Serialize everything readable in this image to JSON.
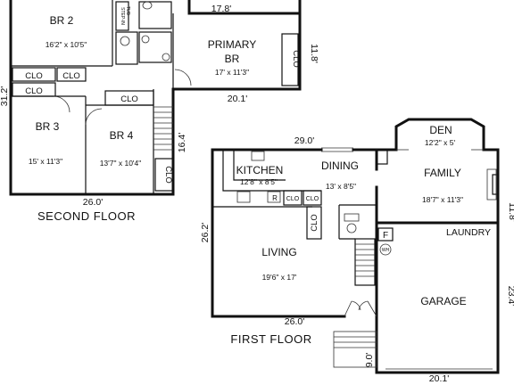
{
  "floors": {
    "second": {
      "title": "SECOND FLOOR",
      "rooms": {
        "br2": {
          "name": "BR 2",
          "size": "16'2\" x 10'5\""
        },
        "primary": {
          "name": "PRIMARY",
          "name2": "BR",
          "size": "17' x 11'3\""
        },
        "br3": {
          "name": "BR 3",
          "size": "15' x 11'3\""
        },
        "br4": {
          "name": "BR 4",
          "size": "13'7\" x 10'4\""
        }
      },
      "labels": {
        "step_in": "STEP-IN",
        "tub": "TUB"
      },
      "dims": {
        "top": "17.8'",
        "primary_side": "11.8'",
        "primary_bottom": "20.1'",
        "left": "31.2'",
        "right": "16.4'",
        "bottom": "26.0'"
      }
    },
    "first": {
      "title": "FIRST FLOOR",
      "rooms": {
        "den": {
          "name": "DEN",
          "size": "12'2\" x 5'"
        },
        "family": {
          "name": "FAMILY",
          "size": "18'7\" x 11'3\""
        },
        "kitchen": {
          "name": "KITCHEN",
          "size": "12'8\" x 8'5\""
        },
        "dining": {
          "name": "DINING",
          "size": "13' x 8'5\""
        },
        "living": {
          "name": "LIVING",
          "size": "19'6\" x 17'"
        },
        "laundry": {
          "name": "LAUNDRY"
        },
        "garage": {
          "name": "GARAGE"
        }
      },
      "labels": {
        "fireplace": "F",
        "water_heater": "WH",
        "range": "R"
      },
      "dims": {
        "top": "29.0'",
        "left": "26.2'",
        "bottom": "26.0'",
        "family_side": "11.8'",
        "garage_side": "23.4'",
        "garage_bottom": "20.1'",
        "porch": "9.0'"
      }
    }
  },
  "closet_label": "CLO"
}
